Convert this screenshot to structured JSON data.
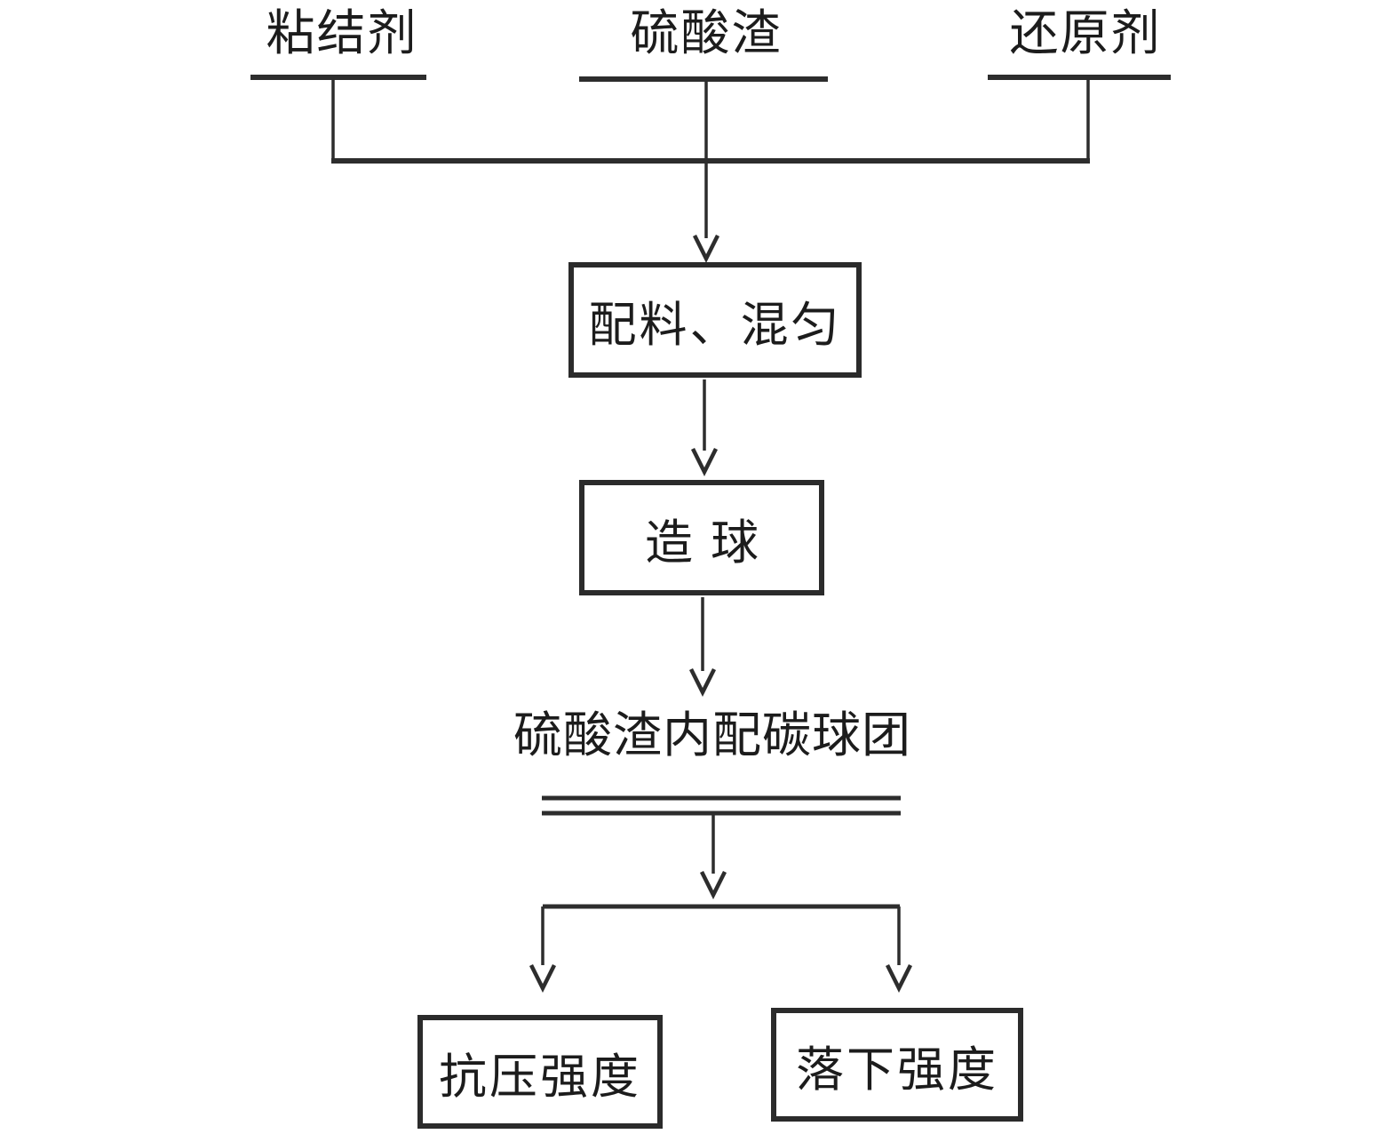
{
  "diagram": {
    "inputs": [
      {
        "id": "binder",
        "label": "粘结剂"
      },
      {
        "id": "sulfuric-acid-residue",
        "label": "硫酸渣"
      },
      {
        "id": "reducing-agent",
        "label": "还原剂"
      }
    ],
    "process_steps": [
      {
        "id": "batching-mixing",
        "label": "配料、混匀"
      },
      {
        "id": "pelletizing",
        "label": "造球"
      }
    ],
    "intermediate": {
      "label": "硫酸渣内配碳球团"
    },
    "outputs": [
      {
        "id": "compressive-strength",
        "label": "抗压强度"
      },
      {
        "id": "drop-strength",
        "label": "落下强度"
      }
    ],
    "colors": {
      "line": "#2d2d2d",
      "box_border": "#2b2b2b",
      "text": "#1c1c1c",
      "background": "#ffffff"
    }
  }
}
